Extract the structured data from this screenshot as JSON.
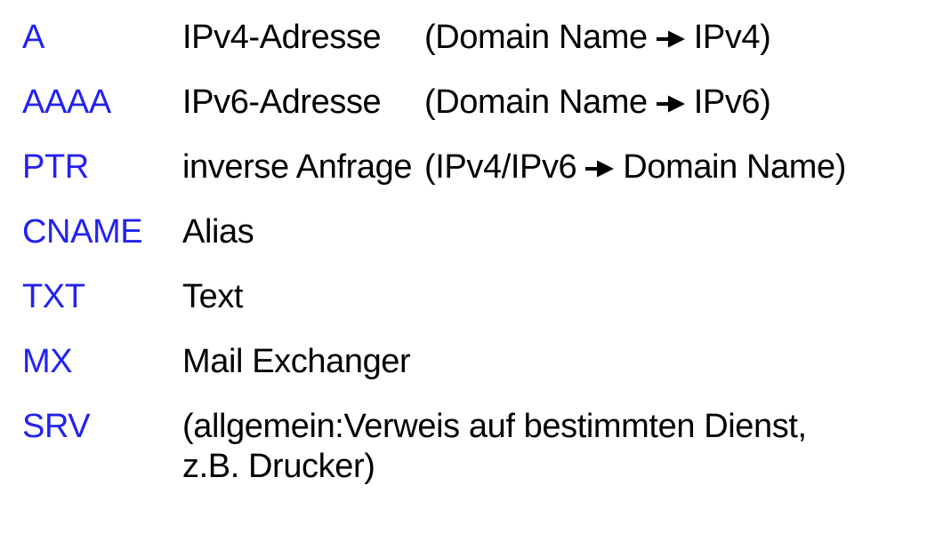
{
  "page": {
    "background_color": "#ffffff",
    "text_color": "#000000"
  },
  "colors": {
    "record_type": "#2222f0"
  },
  "icons": {
    "arrow": {
      "name": "arrow-right-icon",
      "glyph": "➔"
    }
  },
  "records": [
    {
      "type": "A",
      "desc": "IPv4-Adresse",
      "note_pre": "(Domain Name",
      "note_post": "IPv4)"
    },
    {
      "type": "AAAA",
      "desc": "IPv6-Adresse",
      "note_pre": "(Domain Name",
      "note_post": "IPv6)"
    },
    {
      "type": "PTR",
      "desc": "inverse Anfrage",
      "note_pre": "(IPv4/IPv6",
      "note_post": "Domain Name)"
    },
    {
      "type": "CNAME",
      "desc": "Alias"
    },
    {
      "type": "TXT",
      "desc": "Text"
    },
    {
      "type": "MX",
      "desc": "Mail Exchanger"
    },
    {
      "type": "SRV",
      "desc_lines": [
        "(allgemein:Verweis auf bestimmten Dienst,",
        "z.B. Drucker)"
      ]
    }
  ]
}
